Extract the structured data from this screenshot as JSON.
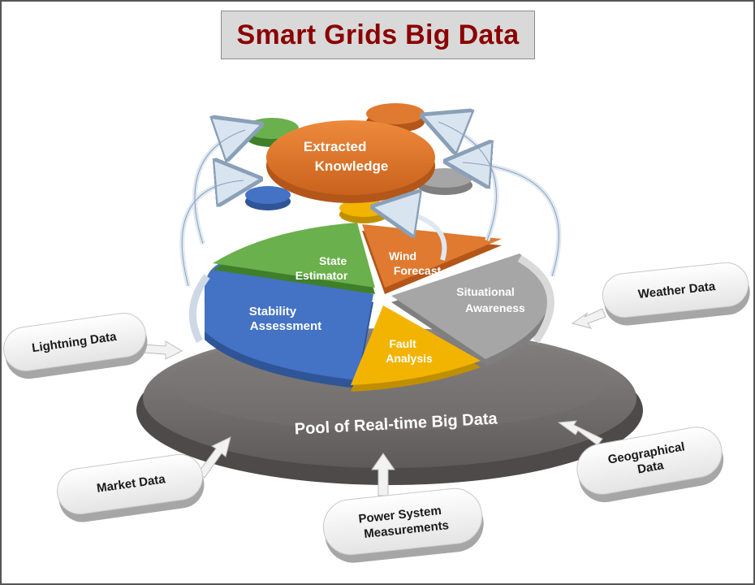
{
  "title": "Smart Grids Big Data",
  "center": {
    "line1": "Extracted",
    "line2": "Knowledge"
  },
  "pool": "Pool of Real-time Big Data",
  "segments": {
    "state_estimator": {
      "line1": "State",
      "line2": "Estimator"
    },
    "wind_forecast": {
      "line1": "Wind",
      "line2": "Forecast"
    },
    "situational_awareness": {
      "line1": "Situational",
      "line2": "Awareness"
    },
    "fault_analysis": {
      "line1": "Fault",
      "line2": "Analysis"
    },
    "stability_assessment": {
      "line1": "Stability",
      "line2": "Assessment"
    }
  },
  "sources": {
    "lightning": "Lightning Data",
    "weather": "Weather Data",
    "market": "Market Data",
    "geographical": {
      "line1": "Geographical",
      "line2": "Data"
    },
    "power": {
      "line1": "Power System",
      "line2": "Measurements"
    }
  },
  "colors": {
    "title": "#8b0000",
    "orange": "#e07a30",
    "green": "#5aa83a",
    "blue": "#3e6fbf",
    "gray": "#a0a0a0",
    "yellow": "#f2b400",
    "pool": "#6e6a6a"
  }
}
